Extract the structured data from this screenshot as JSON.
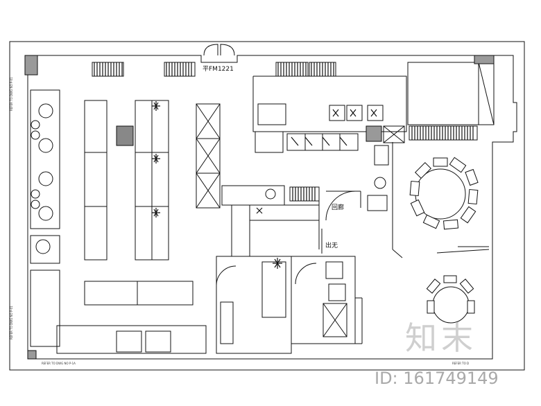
{
  "door_code": "平FM1221",
  "room_labels": {
    "return_corridor": "回廊",
    "exit": "出无"
  },
  "left_edge_note": "REFER TO DWG NO P-01",
  "bottom_left_note": "REFER TO DWG NO P-1A",
  "bottom_right_note": "REFER TO D",
  "watermark": "知末",
  "watermark_id": "ID: 161749149"
}
